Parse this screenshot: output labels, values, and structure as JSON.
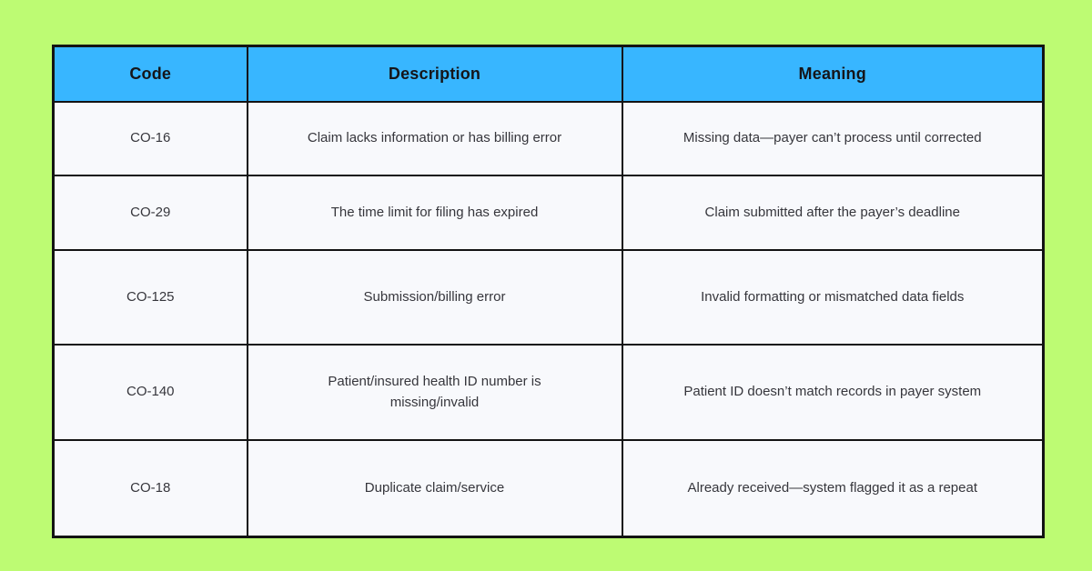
{
  "chart_data": {
    "type": "table",
    "title": "",
    "columns": [
      "Code",
      "Description",
      "Meaning"
    ],
    "rows": [
      [
        "CO-16",
        "Claim lacks information or has billing error",
        "Missing data—payer can’t process until corrected"
      ],
      [
        "CO-29",
        "The time limit for filing has expired",
        "Claim submitted after the payer’s deadline"
      ],
      [
        "CO-125",
        "Submission/billing error",
        "Invalid formatting or mismatched data fields"
      ],
      [
        "CO-140",
        "Patient/insured health ID number is missing/invalid",
        "Patient ID doesn’t match records in payer system"
      ],
      [
        "CO-18",
        "Duplicate claim/service",
        "Already received—system flagged it as a repeat"
      ]
    ],
    "layout": {
      "legend": "none",
      "grid": "full table borders"
    }
  },
  "colors": {
    "page_background": "#BDFB73",
    "header_background": "#38B6FF",
    "cell_background": "#F8F9FC",
    "border": "#131313",
    "header_text": "#151519",
    "body_text": "#36363C"
  }
}
